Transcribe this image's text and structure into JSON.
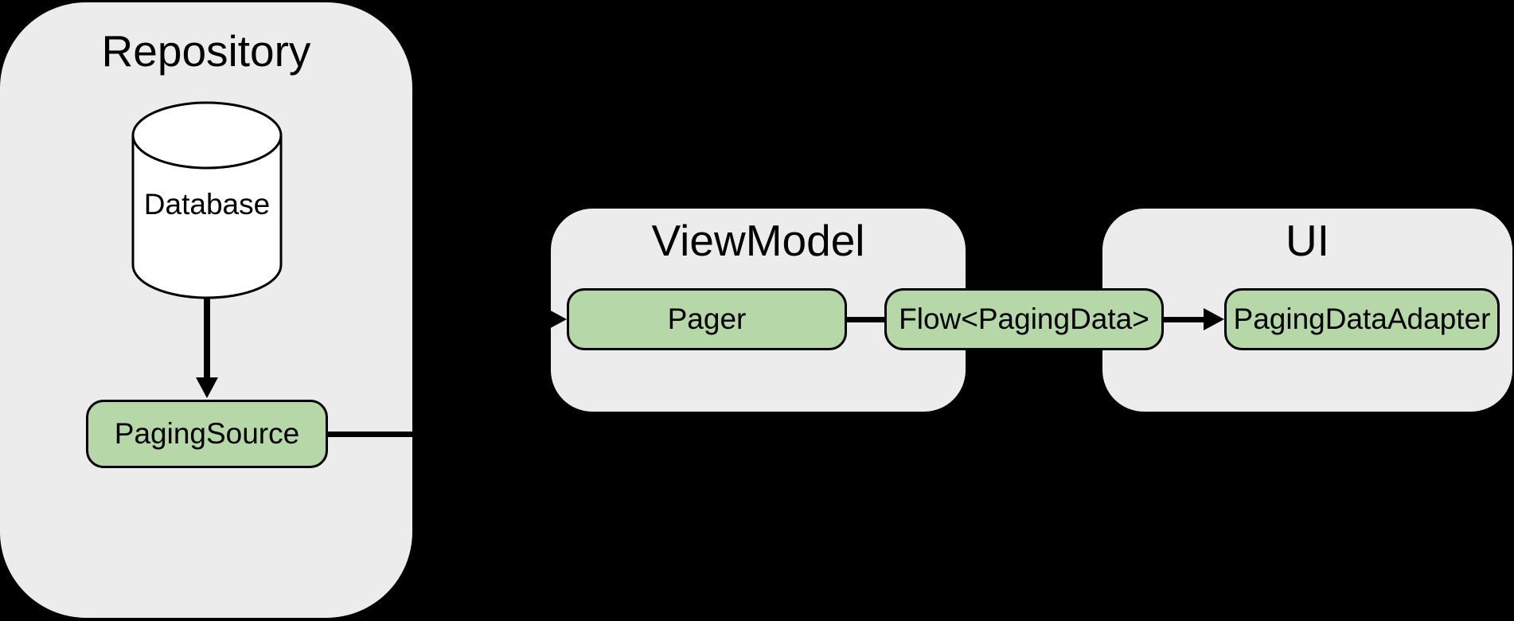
{
  "colors": {
    "canvas_bg": "#000000",
    "container_fill": "#ececec",
    "node_fill": "#b6d7a8",
    "node_stroke": "#000000",
    "cylinder_fill": "#ffffff",
    "text_color": "#000000"
  },
  "diagram": {
    "containers": [
      {
        "id": "repository",
        "title": "Repository"
      },
      {
        "id": "viewmodel",
        "title": "ViewModel"
      },
      {
        "id": "ui",
        "title": "UI"
      }
    ],
    "nodes": {
      "database": {
        "label": "Database",
        "shape": "cylinder"
      },
      "paging_source": {
        "label": "PagingSource",
        "shape": "rounded-rect"
      },
      "pager": {
        "label": "Pager",
        "shape": "rounded-rect"
      },
      "flow": {
        "label": "Flow<PagingData>",
        "shape": "rounded-rect"
      },
      "paging_data_adapter": {
        "label": "PagingDataAdapter",
        "shape": "rounded-rect"
      }
    },
    "edges": [
      {
        "from": "database",
        "to": "paging_source",
        "style": "arrow"
      },
      {
        "from": "paging_source",
        "to": "pager",
        "style": "arrow"
      },
      {
        "from": "pager",
        "to": "flow",
        "style": "line"
      },
      {
        "from": "flow",
        "to": "paging_data_adapter",
        "style": "arrow"
      }
    ]
  }
}
